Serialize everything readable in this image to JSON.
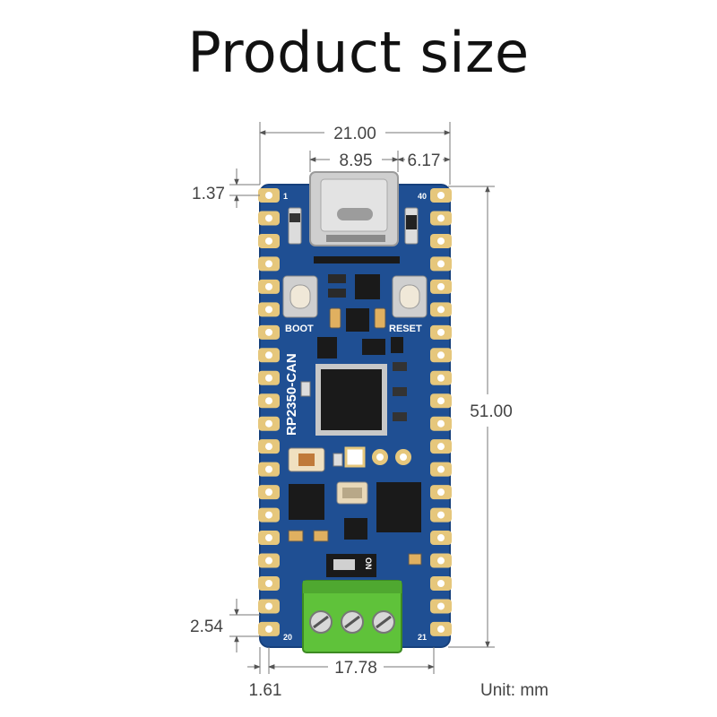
{
  "title": "Product size",
  "board_name": "RP2350-CAN",
  "labels": {
    "boot": "BOOT",
    "reset": "RESET",
    "pin_1": "1",
    "pin_20": "20",
    "pin_21": "21",
    "pin_40": "40",
    "switch": "ON"
  },
  "dimensions": {
    "board_width": "21.00",
    "usb_width": "8.95",
    "usb_offset": "6.17",
    "board_length": "51.00",
    "top_pin_offset": "1.37",
    "pin_pitch": "2.54",
    "hole_span": "17.78",
    "edge_offset": "1.61"
  },
  "unit": "Unit: mm",
  "colors": {
    "pcb": "#1f4f93",
    "pad": "#e6c77c",
    "terminal": "#5fc23a",
    "usb": "#c9c9c9",
    "chip": "#1a1a1a"
  }
}
